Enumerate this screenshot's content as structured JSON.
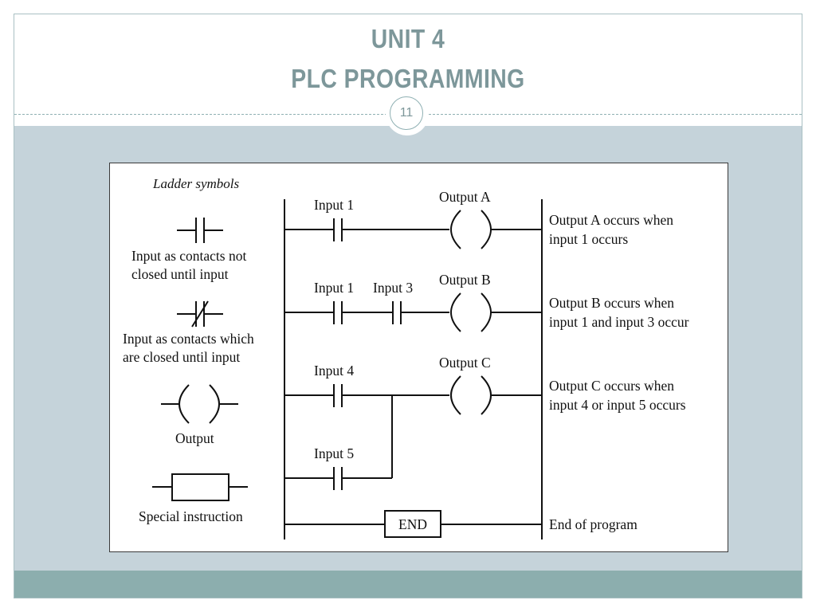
{
  "slide": {
    "title_line1": "UNIT 4",
    "title_line2": "PLC PROGRAMMING",
    "slide_number": "11"
  },
  "legend": {
    "heading": "Ladder symbols",
    "no_contact_label_1": "Input as contacts not",
    "no_contact_label_2": "closed until input",
    "nc_contact_label_1": "Input as contacts which",
    "nc_contact_label_2": "are closed until input",
    "output_label": "Output",
    "special_label": "Special instruction"
  },
  "rungs": {
    "rung1": {
      "input": "Input 1",
      "output": "Output A",
      "desc_1": "Output A occurs when",
      "desc_2": "input 1 occurs"
    },
    "rung2": {
      "input_a": "Input 1",
      "input_b": "Input 3",
      "output": "Output B",
      "desc_1": "Output B occurs when",
      "desc_2": "input 1 and input 3 occur"
    },
    "rung3": {
      "input_a": "Input 4",
      "input_b": "Input 5",
      "output": "Output C",
      "desc_1": "Output C occurs when",
      "desc_2": "input 4 or input 5 occurs"
    },
    "end": {
      "box_label": "END",
      "desc": "End of program"
    }
  }
}
